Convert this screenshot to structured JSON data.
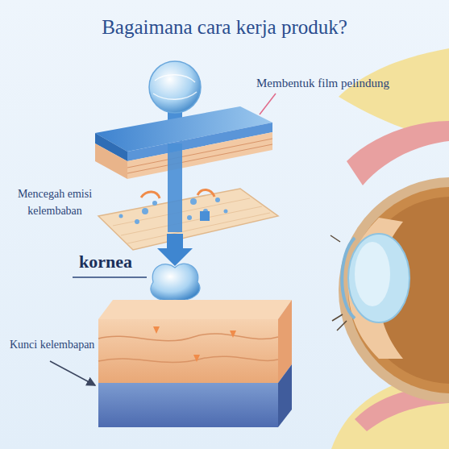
{
  "diagram": {
    "title": "Bagaimana cara kerja produk?",
    "labels": [
      "Membentuk film pelindung",
      "Mencegah emisi kelembaban",
      "kornea",
      "Kunci kelembapan"
    ]
  }
}
